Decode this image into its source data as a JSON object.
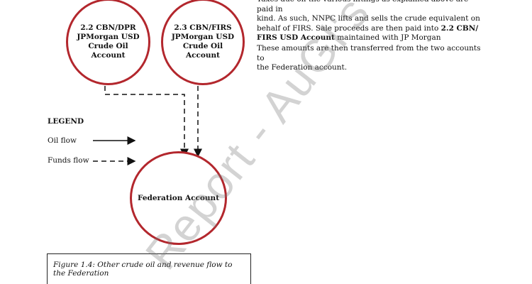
{
  "nodes": {
    "cbn_dpr": "2.2 CBN/DPR\nJPMorgan USD\nCrude Oil\nAccount",
    "cbn_firs": "2.3 CBN/FIRS\nJPMorgan USD\nCrude Oil\nAccount",
    "federation": "Federation Account"
  },
  "legend": {
    "title": "LEGEND",
    "oil_flow": "Oil flow",
    "funds_flow": "Funds flow"
  },
  "text": {
    "para1_line0": "Taxes due on the various liftings as explained above are paid in",
    "para1_line1": "kind. As such, NNPC lifts and sells the crude equivalent on",
    "para1_line2": "behalf of FIRS. Sale proceeds are then paid into ",
    "para1_bold1": "2.2 CBN/",
    "para1_bold2": "FIRS USD Account",
    "para1_tail": " maintained with JP Morgan",
    "para2_line1": "These amounts are then transferred from the two accounts to",
    "para2_line2": "the Federation account."
  },
  "caption": {
    "line1": "Figure 1.4: Other crude oil and revenue flow to",
    "line2": "the Federation"
  },
  "watermark": "Report - AuGI's",
  "colors": {
    "circle_border": "#b3272d"
  }
}
